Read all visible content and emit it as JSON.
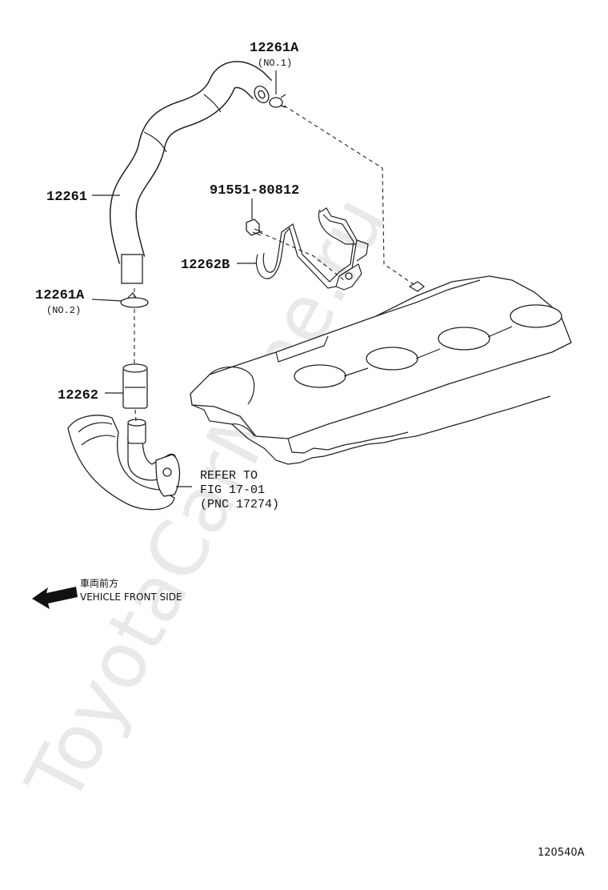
{
  "watermark": "ToyotaCarMine.ru",
  "labels": {
    "clamp_no1_part": "12261A",
    "clamp_no1_sub": "(NO.1)",
    "hose_part": "12261",
    "bolt_part": "91551-80812",
    "bracket_part": "12262B",
    "clamp_no2_part": "12261A",
    "clamp_no2_sub": "(NO.2)",
    "pipe_part": "12262",
    "refer_line1": "REFER TO",
    "refer_line2": "FIG 17-01",
    "refer_line3": "(PNC 17274)",
    "direction_jp": "車両前方",
    "direction_en": "VEHICLE FRONT SIDE",
    "figure_code": "120540A"
  },
  "icons": {
    "direction_arrow": "arrow-left-icon"
  }
}
